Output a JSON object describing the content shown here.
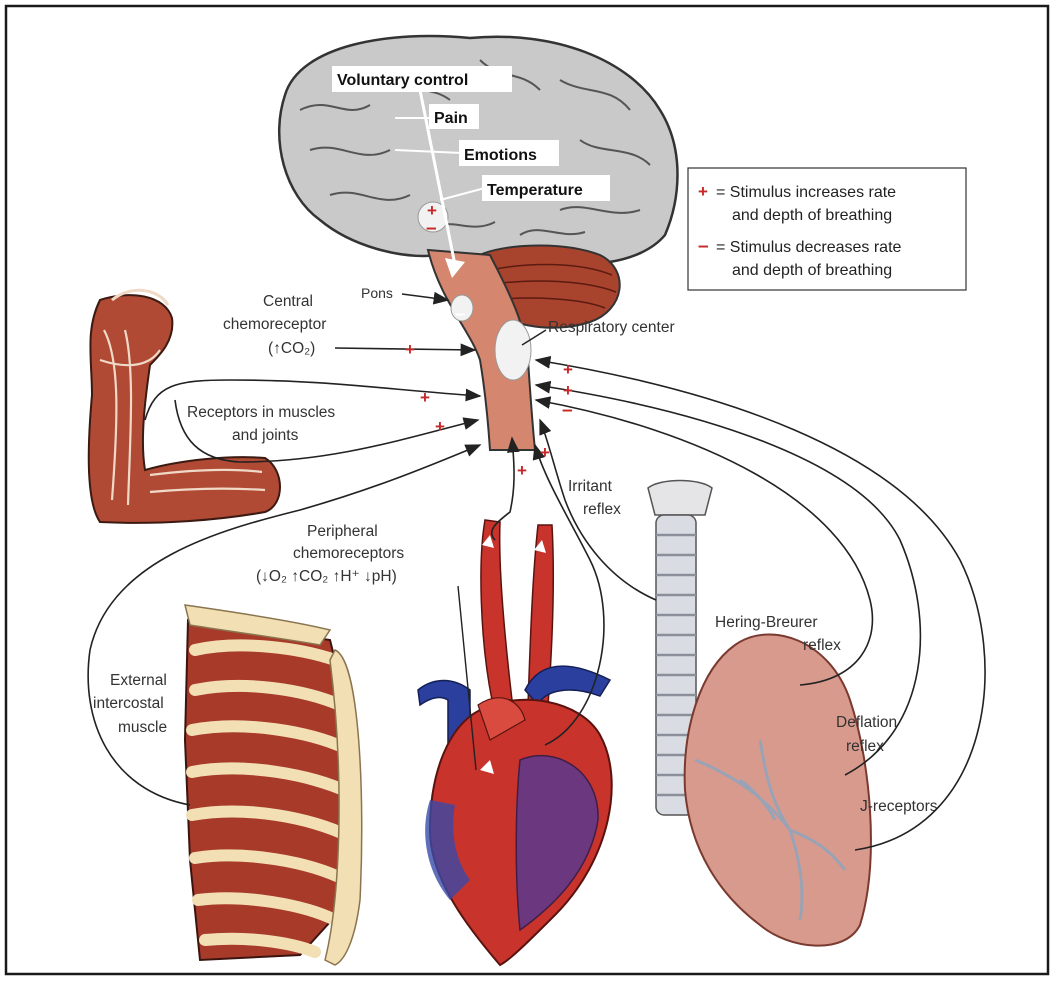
{
  "legend": {
    "plus_symbol": "+",
    "plus_text_1": "= Stimulus increases rate",
    "plus_text_2": "and depth of breathing",
    "minus_symbol": "–",
    "minus_text_1": "= Stimulus decreases rate",
    "minus_text_2": "and depth of breathing"
  },
  "brain": {
    "voluntary_control": "Voluntary control",
    "pain": "Pain",
    "emotions": "Emotions",
    "temperature": "Temperature"
  },
  "labels": {
    "pons": "Pons",
    "central_1": "Central",
    "central_2": "chemoreceptor",
    "central_3": "(↑CO₂)",
    "respiratory_center": "Respiratory center",
    "muscles_1": "Receptors in muscles",
    "muscles_2": "and joints",
    "irritant_1": "Irritant",
    "irritant_2": "reflex",
    "peripheral_1": "Peripheral",
    "peripheral_2": "chemoreceptors",
    "peripheral_3": "(↓O₂  ↑CO₂  ↑H⁺  ↓pH)",
    "hering_1": "Hering-Breurer",
    "hering_2": "reflex",
    "deflation_1": "Deflation",
    "deflation_2": "reflex",
    "j_receptors": "J-receptors",
    "intercostal_1": "External",
    "intercostal_2": "intercostal",
    "intercostal_3": "muscle"
  },
  "signs": {
    "plus": "+",
    "minus": "–"
  },
  "colors": {
    "stimulus_sign": "#c62828",
    "brain": "#c9c9c9",
    "brainstem": "#d4866f",
    "artery": "#c8332c",
    "vein": "#2a3f9e",
    "rib": "#f2dfb4",
    "muscle": "#a83a2a",
    "lung": "#d99a8e"
  }
}
